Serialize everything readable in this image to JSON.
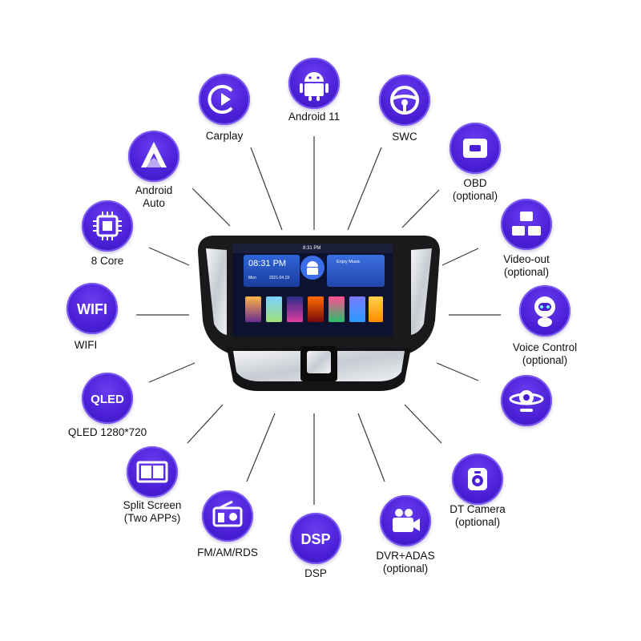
{
  "features": [
    {
      "id": "carplay",
      "label": [
        "Carplay"
      ],
      "icon": "carplay-play-icon"
    },
    {
      "id": "android",
      "label": [
        "Android 11"
      ],
      "icon": "android-robot-icon"
    },
    {
      "id": "swc",
      "label": [
        "SWC"
      ],
      "icon": "steering-wheel-icon"
    },
    {
      "id": "obd",
      "label": [
        "OBD",
        "(optional)"
      ],
      "icon": "obd-device-icon"
    },
    {
      "id": "video-out",
      "label": [
        "Video-out",
        "(optional)"
      ],
      "icon": "video-out-screens-icon"
    },
    {
      "id": "voice",
      "label": [
        "Voice Control",
        "(optional)"
      ],
      "icon": "voice-robot-icon"
    },
    {
      "id": "webcam",
      "label": [],
      "icon": "webcam-icon"
    },
    {
      "id": "dtcamera",
      "label": [
        "DT Camera",
        "(optional)"
      ],
      "icon": "dash-camera-icon"
    },
    {
      "id": "dvr",
      "label": [
        "DVR+ADAS",
        "(optional)"
      ],
      "icon": "video-camera-icon"
    },
    {
      "id": "dsp",
      "label": [
        "DSP"
      ],
      "icon": "dsp-icon",
      "icon_text": "DSP"
    },
    {
      "id": "fm",
      "label": [
        "FM/AM/RDS"
      ],
      "icon": "radio-icon"
    },
    {
      "id": "split",
      "label": [
        "Split Screen",
        "(Two APPs)"
      ],
      "icon": "split-screen-icon"
    },
    {
      "id": "qled",
      "label": [
        "QLED 1280*720"
      ],
      "icon": "qled-icon",
      "icon_text": "QLED"
    },
    {
      "id": "wifi",
      "label": [
        "WIFI"
      ],
      "icon": "wifi-icon",
      "icon_text": "WIFI"
    },
    {
      "id": "core",
      "label": [
        "8 Core"
      ],
      "icon": "chip-icon"
    },
    {
      "id": "androidauto",
      "label": [
        "Android",
        "Auto"
      ],
      "icon": "android-auto-icon"
    }
  ],
  "screen": {
    "status_time": "8:31 PM",
    "clock": "08:31 PM",
    "day": "Mon",
    "date": "2021.04.19",
    "music": "Enjoy Music"
  },
  "colors": {
    "circle": "#4a1fd6",
    "line": "#333333"
  }
}
